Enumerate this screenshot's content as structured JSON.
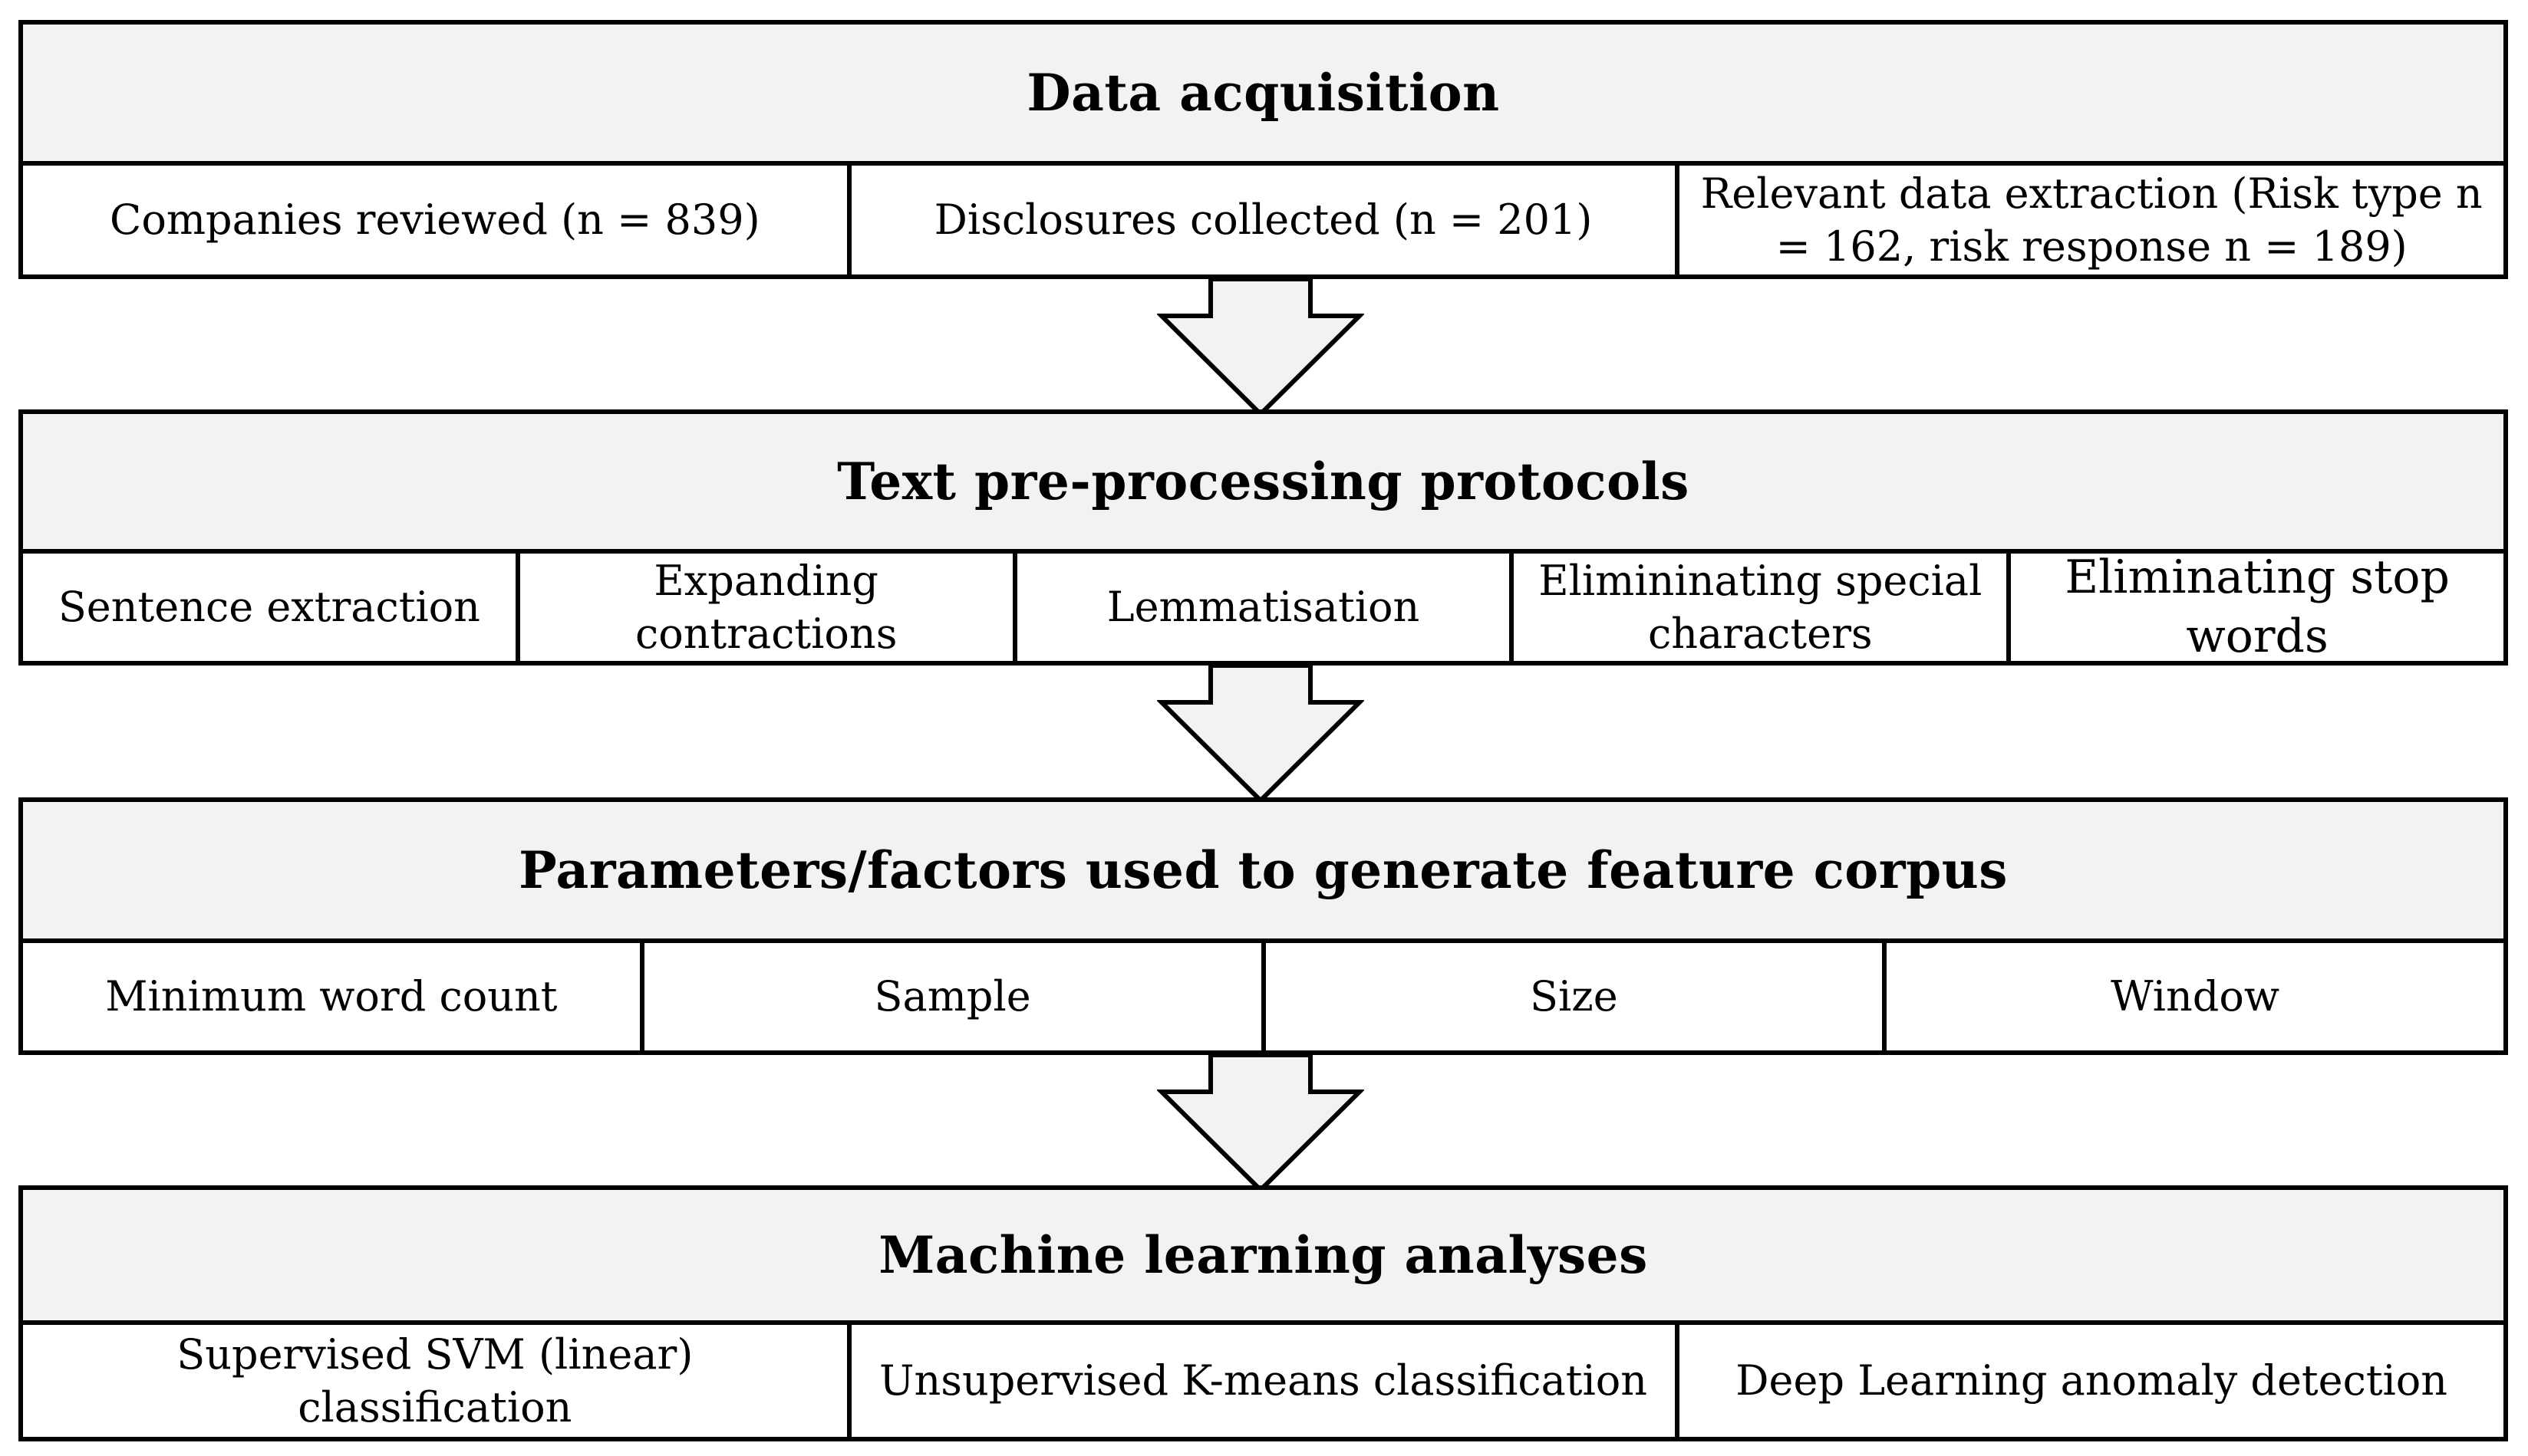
{
  "stages": [
    {
      "title": "Data acquisition",
      "items": [
        "Companies reviewed (n = 839)",
        "Disclosures collected (n = 201)",
        "Relevant data extraction (Risk type n = 162, risk response n = 189)"
      ]
    },
    {
      "title": "Text pre-processing protocols",
      "items": [
        "Sentence extraction",
        "Expanding contractions",
        "Lemmatisation",
        "Elimininating special characters",
        "Eliminating stop words"
      ]
    },
    {
      "title": "Parameters/factors used to generate feature corpus",
      "items": [
        "Minimum word count",
        "Sample",
        "Size",
        "Window"
      ]
    },
    {
      "title": "Machine learning analyses",
      "items": [
        "Supervised SVM (linear) classification",
        "Unsupervised K-means classification",
        "Deep Learning anomaly detection"
      ]
    }
  ],
  "colors": {
    "header_fill": "#f2f2f2",
    "arrow_fill": "#f2f2f2",
    "stroke": "#000000"
  }
}
